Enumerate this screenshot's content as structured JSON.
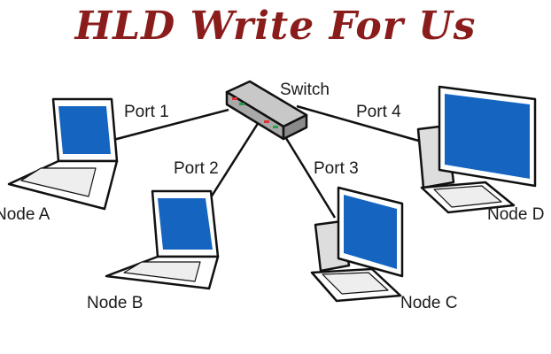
{
  "title": "HLD Write For Us",
  "switch": {
    "label": "Switch"
  },
  "ports": [
    "Port 1",
    "Port 2",
    "Port 3",
    "Port 4"
  ],
  "nodes": [
    {
      "label": "Node A",
      "type": "laptop"
    },
    {
      "label": "Node B",
      "type": "laptop"
    },
    {
      "label": "Node C",
      "type": "desktop"
    },
    {
      "label": "Node D",
      "type": "desktop"
    }
  ],
  "colors": {
    "title": "#8b1c1c",
    "screen": "#1565c0",
    "switch": "#9e9e9e"
  }
}
